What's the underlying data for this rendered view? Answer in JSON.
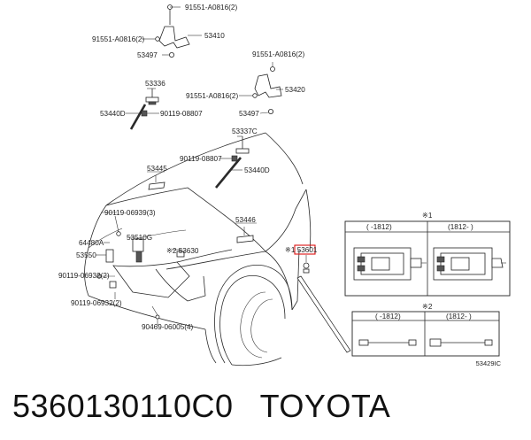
{
  "diagram": {
    "figure_code": "53429IC",
    "labels": {
      "l91551_a": "91551-A0816(2)",
      "l91551_b": "91551-A0816(2)",
      "l53410": "53410",
      "l53497_a": "53497",
      "l91551_c": "91551-A0816(2)",
      "l91551_d": "91551-A0816(2)",
      "l53420": "53420",
      "l53497_b": "53497",
      "l53336": "53336",
      "l53440d_a": "53440D",
      "l90119_a": "90119-08807",
      "l53337c": "53337C",
      "l90119_b": "90119-08807",
      "l53440d_b": "53440D",
      "l53445": "53445",
      "l90119_06939": "90119-06939(3)",
      "l53446": "53446",
      "l64480a": "64480A",
      "l53510g": "53510G",
      "l53550": "53550",
      "l53630": "※2  53630",
      "l53601": "※1  53601",
      "l90119_06932_a": "90119-06932(2)",
      "l90119_06932_b": "90119-06932(2)",
      "l90469": "90469-06005(4)"
    },
    "panel1": {
      "mark": "※1",
      "col_a": "(    -1812)",
      "col_b": "(1812-    )"
    },
    "panel2": {
      "mark": "※2",
      "col_a": "(    -1812)",
      "col_b": "(1812-    )"
    }
  },
  "footer": {
    "part_number": "5360130110C0",
    "brand": "TOYOTA"
  }
}
